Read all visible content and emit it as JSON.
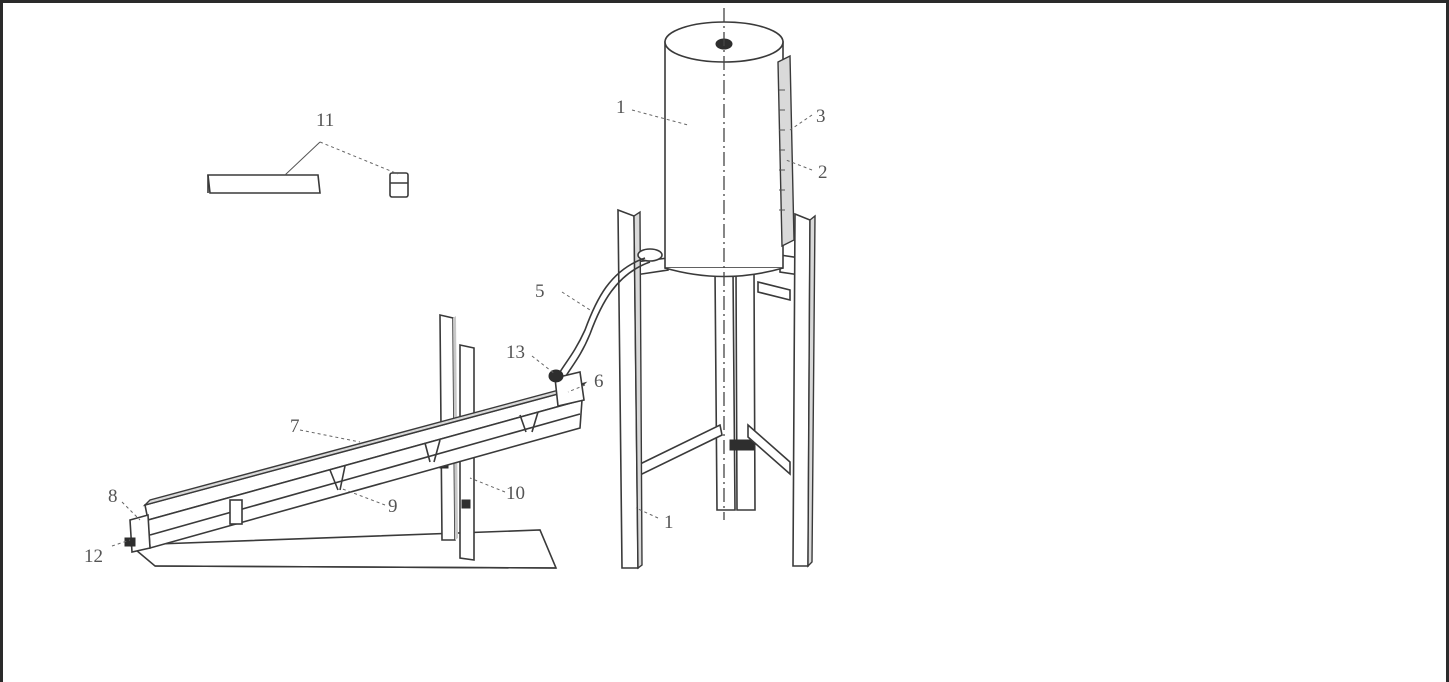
{
  "callouts": [
    {
      "id": "tank",
      "text": "1"
    },
    {
      "id": "scale-tube",
      "text": "2"
    },
    {
      "id": "gauge",
      "text": "3"
    },
    {
      "id": "hose",
      "text": "5"
    },
    {
      "id": "inlet-box",
      "text": "6"
    },
    {
      "id": "flume",
      "text": "7"
    },
    {
      "id": "end-gate",
      "text": "8"
    },
    {
      "id": "support",
      "text": "9"
    },
    {
      "id": "adjust-post",
      "text": "10"
    },
    {
      "id": "accessories",
      "text": "11"
    },
    {
      "id": "outlet",
      "text": "12"
    },
    {
      "id": "valve",
      "text": "13"
    },
    {
      "id": "legs",
      "text": "1"
    }
  ]
}
